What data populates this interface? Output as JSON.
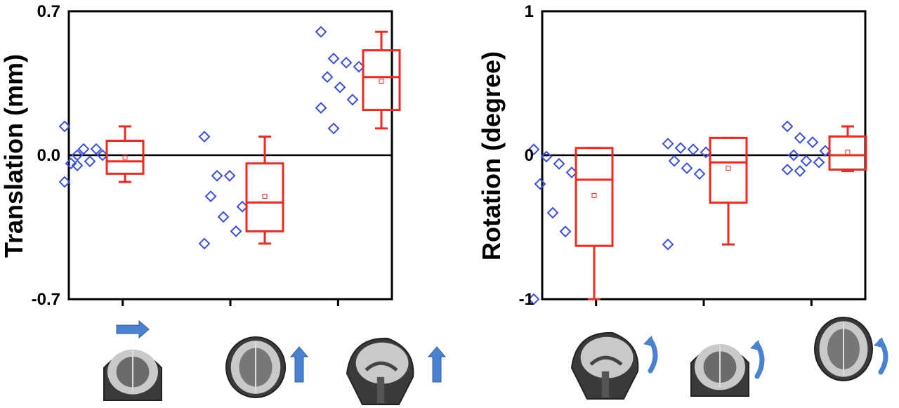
{
  "colors": {
    "points": "#3b50e0",
    "box": "#ee2a21",
    "axis": "#000000",
    "arrow": "#4a82cf",
    "brain_dark": "#3a3a3a",
    "brain_light": "#c9c9c9"
  },
  "chart_data": [
    {
      "type": "box",
      "title": "",
      "xlabel": "",
      "ylabel": "Translation (mm)",
      "ylim": [
        -0.7,
        0.7
      ],
      "yticks": [
        "0.7",
        "0.0",
        "-0.7"
      ],
      "ytick_values": [
        0.7,
        0.0,
        -0.7
      ],
      "reference_line": 0,
      "grid": false,
      "legend": "none",
      "groups": [
        {
          "x_icon": "coronal-brain-icon with right-arrow-icon",
          "points": [
            0.14,
            -0.05,
            -0.03,
            0.0,
            -0.04,
            0.03,
            0.03,
            -0.13,
            0.0
          ],
          "box": {
            "min": -0.13,
            "q1": -0.09,
            "median": -0.03,
            "q3": 0.07,
            "max": 0.14,
            "mean": -0.01
          }
        },
        {
          "x_icon": "axial-brain-icon with up-arrow-icon",
          "points": [
            0.09,
            -0.1,
            -0.1,
            -0.25,
            -0.2,
            -0.3,
            -0.37,
            -0.43
          ],
          "box": {
            "min": -0.43,
            "q1": -0.37,
            "median": -0.23,
            "q3": -0.04,
            "max": 0.09,
            "mean": -0.2
          }
        },
        {
          "x_icon": "sagittal-brain-icon with up-arrow-icon",
          "points": [
            0.6,
            0.47,
            0.45,
            0.43,
            0.38,
            0.33,
            0.27,
            0.23,
            0.13
          ],
          "box": {
            "min": 0.13,
            "q1": 0.22,
            "median": 0.38,
            "q3": 0.51,
            "max": 0.6,
            "mean": 0.36
          }
        }
      ]
    },
    {
      "type": "box",
      "title": "",
      "xlabel": "",
      "ylabel": "Rotation (degree)",
      "ylim": [
        -1,
        1
      ],
      "yticks": [
        "1",
        "0",
        "-1"
      ],
      "ytick_values": [
        1,
        0,
        -1
      ],
      "reference_line": 0,
      "grid": false,
      "legend": "none",
      "groups": [
        {
          "x_icon": "sagittal-brain-icon with curved-arrow-icon",
          "points": [
            0.04,
            -0.01,
            -0.06,
            -0.12,
            -0.2,
            -0.4,
            -0.53,
            -1.0
          ],
          "box": {
            "min": -1.0,
            "q1": -0.63,
            "median": -0.17,
            "q3": 0.05,
            "max": 0.05,
            "mean": -0.28
          }
        },
        {
          "x_icon": "coronal-brain-icon with curved-arrow-icon",
          "points": [
            0.08,
            0.05,
            0.04,
            0.02,
            -0.04,
            -0.09,
            -0.13,
            -0.62
          ],
          "box": {
            "min": -0.62,
            "q1": -0.33,
            "median": -0.05,
            "q3": 0.12,
            "max": 0.12,
            "mean": -0.09
          }
        },
        {
          "x_icon": "axial-brain-icon with curved-arrow-icon",
          "points": [
            0.2,
            0.12,
            0.09,
            0.03,
            0.0,
            -0.04,
            -0.05,
            -0.1,
            -0.11
          ],
          "box": {
            "min": -0.11,
            "q1": -0.1,
            "median": 0.0,
            "q3": 0.13,
            "max": 0.2,
            "mean": 0.02
          }
        }
      ]
    }
  ]
}
